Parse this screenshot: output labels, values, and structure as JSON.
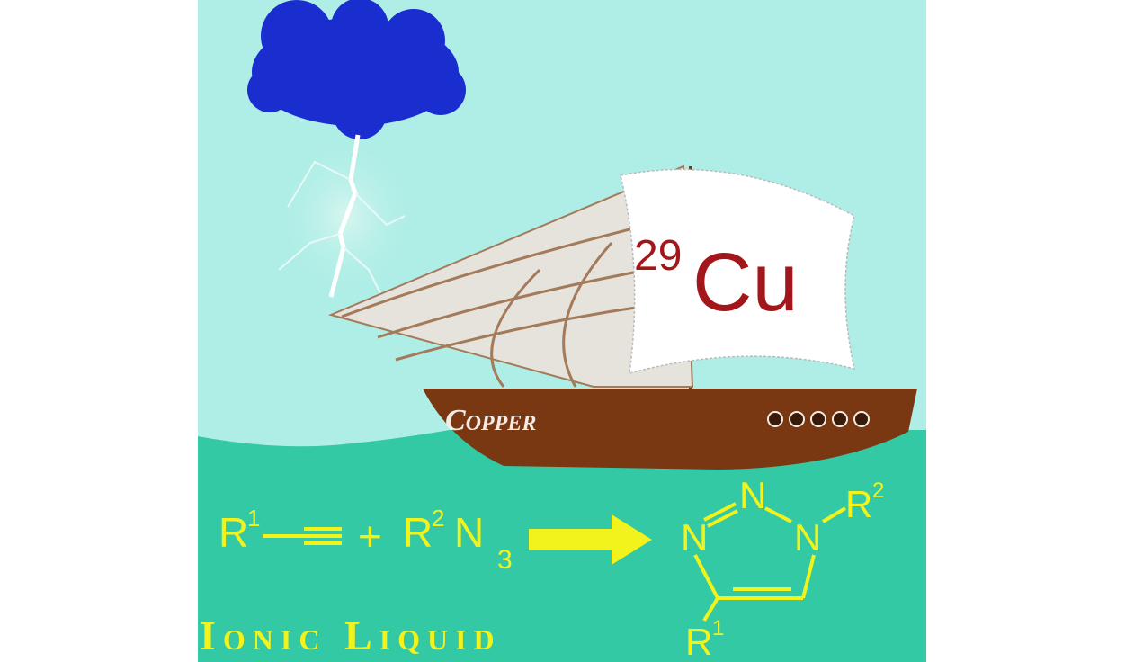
{
  "flag": {
    "atomic_number": "29",
    "symbol": "Cu"
  },
  "ship": {
    "name": "Copper"
  },
  "reaction": {
    "reactant1_r": "R",
    "reactant1_sup": "1",
    "plus": "+",
    "reactant2_r": "R",
    "reactant2_sup": "2",
    "reactant2_n": "N",
    "reactant2_sub": "3",
    "product_n1": "N",
    "product_n2": "N",
    "product_n3": "N",
    "product_r2": "R",
    "product_r2_sup": "2",
    "product_r1": "R",
    "product_r1_sup": "1"
  },
  "caption": "Ionic Liquid",
  "colors": {
    "sky": "#aeeee6",
    "sea": "#33c9a4",
    "cloud": "#1a2ecf",
    "hull": "#7a3812",
    "text": "#f2f21c",
    "cu": "#a3161a"
  }
}
